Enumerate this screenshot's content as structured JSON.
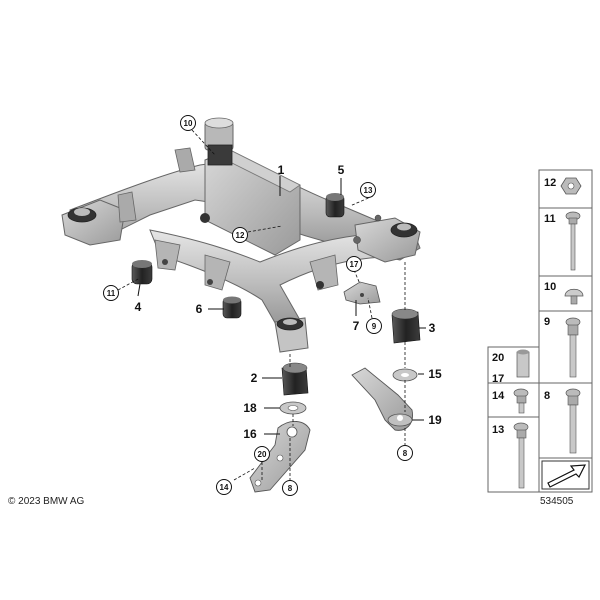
{
  "copyright": "© 2023 BMW AG",
  "diagram_number": "534505",
  "callouts": {
    "c1": "1",
    "c2": "2",
    "c3": "3",
    "c4": "4",
    "c5": "5",
    "c6": "6",
    "c7": "7",
    "c8a": "8",
    "c8b": "8",
    "c9": "9",
    "c10": "10",
    "c11": "11",
    "c12": "12",
    "c13": "13",
    "c14": "14",
    "c15": "15",
    "c16": "16",
    "c17": "17",
    "c18": "18",
    "c19": "19",
    "c20": "20"
  },
  "parts_panel": {
    "p12": "12",
    "p11": "11",
    "p10": "10",
    "p9": "9",
    "p20": "20",
    "p17": "17",
    "p14": "14",
    "p8": "8",
    "p13": "13"
  }
}
